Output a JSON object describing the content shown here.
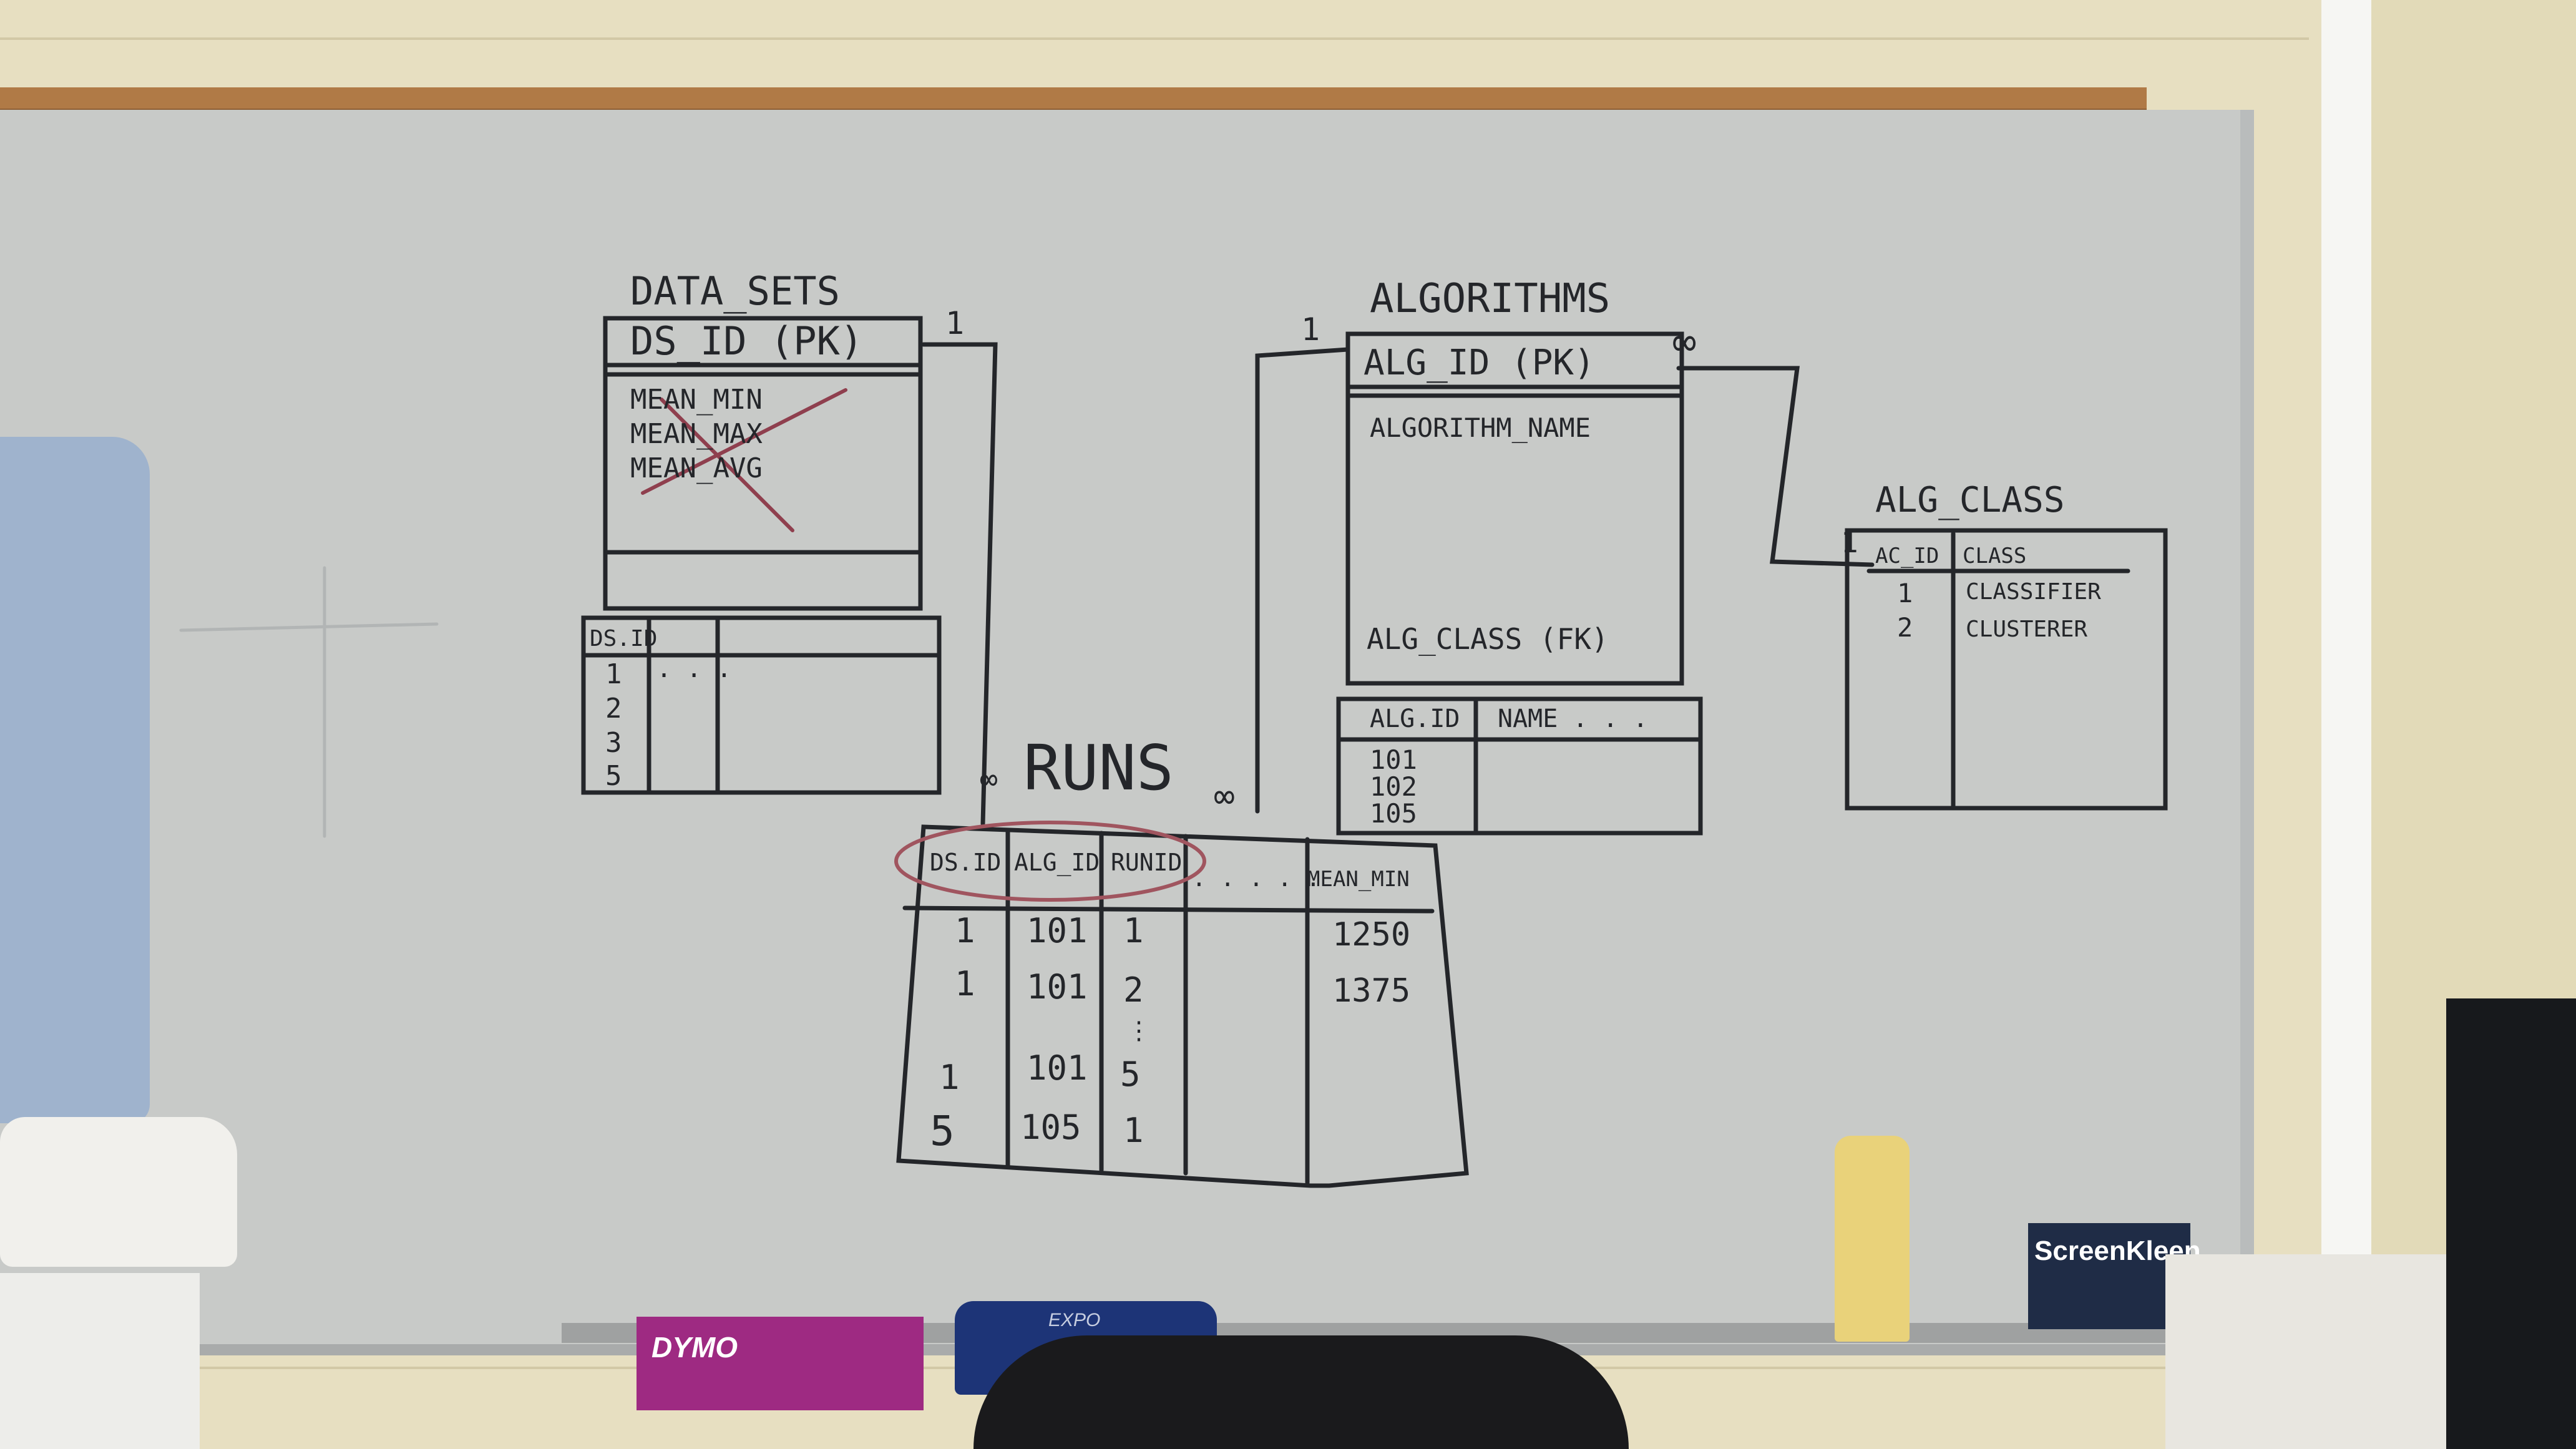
{
  "whiteboard": {
    "data_sets": {
      "title": "DATA_SETS",
      "pk": "DS_ID (PK)",
      "fields": [
        "MEAN_MIN",
        "MEAN_MAX",
        "MEAN_AVG"
      ],
      "cardinality": "1",
      "sample_header": "DS.ID",
      "sample_rows": [
        "1",
        "2",
        "3",
        "5"
      ],
      "sample_dots": ". . ."
    },
    "algorithms": {
      "title": "ALGORITHMS",
      "pk": "ALG_ID (PK)",
      "field": "ALGORITHM_NAME",
      "fk": "ALG_CLASS (FK)",
      "cardinality_left": "1",
      "cardinality_right": "∞",
      "sample_headers": [
        "ALG.ID",
        "NAME . . ."
      ],
      "sample_rows": [
        "101",
        "102",
        "105"
      ]
    },
    "alg_class": {
      "title": "ALG_CLASS",
      "cardinality": "1",
      "headers": [
        "AC_ID",
        "CLASS"
      ],
      "rows": [
        {
          "id": "1",
          "class": "CLASSIFIER"
        },
        {
          "id": "2",
          "class": "CLUSTERER"
        }
      ]
    },
    "runs": {
      "title": "RUNS",
      "left_mark": "∞",
      "right_mark": "∞",
      "headers": [
        "DS.ID",
        "ALG_ID",
        "RUNID",
        ". . . . .",
        "MEAN_MIN"
      ],
      "rows": [
        {
          "ds": "1",
          "alg": "101",
          "run": "1",
          "mean": "1250"
        },
        {
          "ds": "1",
          "alg": "101",
          "run": "2",
          "mean": "1375"
        },
        {
          "ds": "1",
          "alg": "101",
          "run": "5",
          "mean": ""
        },
        {
          "ds": "5",
          "alg": "105",
          "run": "1",
          "mean": ""
        }
      ]
    }
  },
  "desk_items": {
    "screenkleen_label": "ScreenKleen",
    "dymo_label": "DYMO",
    "eraser_label": "EXPO"
  },
  "colors": {
    "board": "#c8cac8",
    "ink": "#24262a",
    "highlight_ellipse": "#a0555f",
    "trim": "#b07a46"
  }
}
